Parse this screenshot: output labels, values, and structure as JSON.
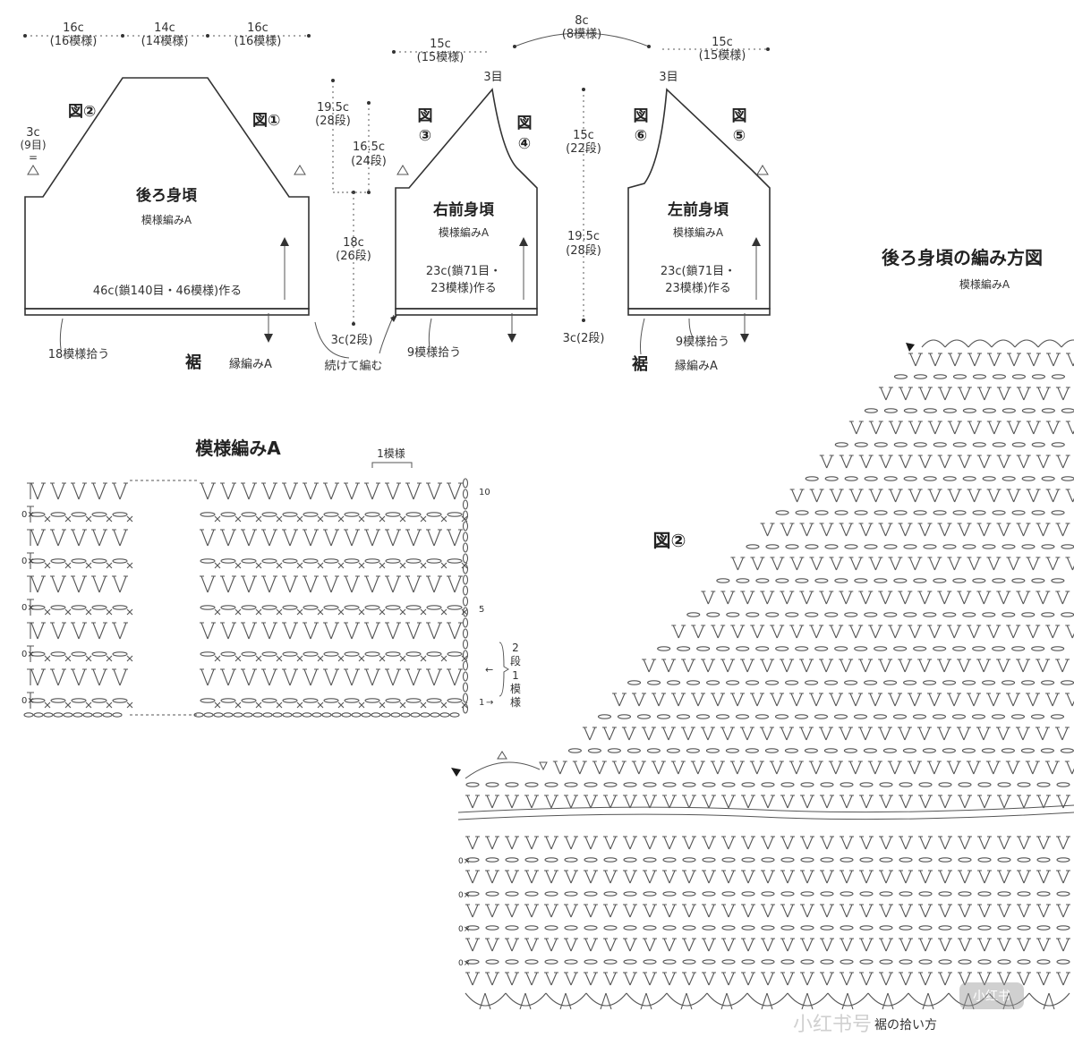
{
  "top_dims": {
    "back": [
      {
        "value": "16c",
        "sub": "(16模様)"
      },
      {
        "value": "14c",
        "sub": "(14模様)"
      },
      {
        "value": "16c",
        "sub": "(16模様)"
      }
    ],
    "front_center": {
      "value": "8c",
      "sub": "(8模様)"
    },
    "front_right_shoulder": {
      "value": "15c",
      "sub": "(15模様)"
    },
    "front_left_shoulder": {
      "value": "15c",
      "sub": "(15模様)"
    }
  },
  "back_piece": {
    "name": "後ろ身頃",
    "pattern": "模様編みA",
    "fig_left": "図②",
    "fig_right": "図①",
    "side_value": "3c",
    "side_sub": "(9目)",
    "side_eq": "=",
    "chain": "46c(鎖140目・46模様)作る",
    "pickup": "18模様拾う",
    "hem_label": "裾",
    "hem_pattern": "縁編みA"
  },
  "right_front": {
    "name": "右前身頃",
    "pattern": "模様編みA",
    "top": "3目",
    "fig_a": "図",
    "fig_a_num": "③",
    "fig_b": "図",
    "fig_b_num": "④",
    "chain1": "23c(鎖71目・",
    "chain2": "23模様)作る",
    "pickup": "9模様拾う"
  },
  "left_front": {
    "name": "左前身頃",
    "pattern": "模様編みA",
    "top": "3目",
    "fig_a": "図",
    "fig_a_num": "⑥",
    "fig_b": "図",
    "fig_b_num": "⑤",
    "chain1": "23c(鎖71目・",
    "chain2": "23模様)作る",
    "pickup": "9模様拾う",
    "hem_label": "裾",
    "hem_pattern": "縁編みA"
  },
  "vertical_dims": {
    "a1": "19.5c",
    "a1s": "(28段)",
    "a2": "16.5c",
    "a2s": "(24段)",
    "a3": "18c",
    "a3s": "(26段)",
    "a4": "3c(2段)",
    "cont": "続けて編む",
    "b1": "15c",
    "b1s": "(22段)",
    "b2": "19.5c",
    "b2s": "(28段)",
    "b3": "3c(2段)"
  },
  "pattern_a": {
    "title": "模様編みA",
    "repeat": "1模様",
    "row_10": "10",
    "row_5": "5",
    "row_1": "1",
    "row_1_arrow": "→",
    "rep_note": [
      "2",
      "段",
      "1",
      "模",
      "様"
    ],
    "row_start": "0×"
  },
  "back_method": {
    "title": "後ろ身頃の編み方図",
    "pattern": "模様編みA",
    "fig": "図②",
    "bottom_text": "裾の拾い方",
    "watermark": "小红书号"
  },
  "colors": {
    "ink": "#333333",
    "paper": "#ffffff",
    "triangle": "#1a1a1a"
  }
}
